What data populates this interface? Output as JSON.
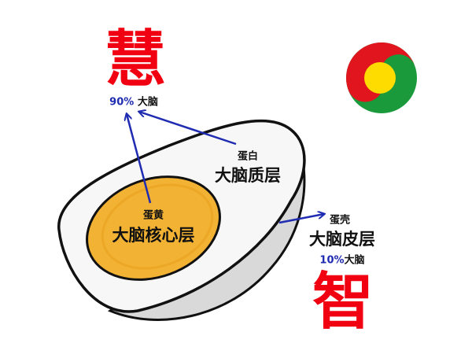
{
  "title_top": "慧",
  "title_bottom": "智",
  "top_label": {
    "percent": "90%",
    "text": "大脑"
  },
  "bottom_label": {
    "percent": "10%",
    "text": "大脑"
  },
  "white": {
    "small": "蛋白",
    "main": "大脑质层"
  },
  "yolk": {
    "small": "蛋黄",
    "main": "大脑核心层"
  },
  "shell": {
    "small": "蛋壳",
    "main": "大脑皮层"
  },
  "colors": {
    "red": "#f00010",
    "blue": "#1f2bb0",
    "yolk": "#f2b233",
    "shell_shadow": "#d9d9d9"
  },
  "icons": [
    "egg-illustration",
    "arrow-icon",
    "logo-circle"
  ]
}
